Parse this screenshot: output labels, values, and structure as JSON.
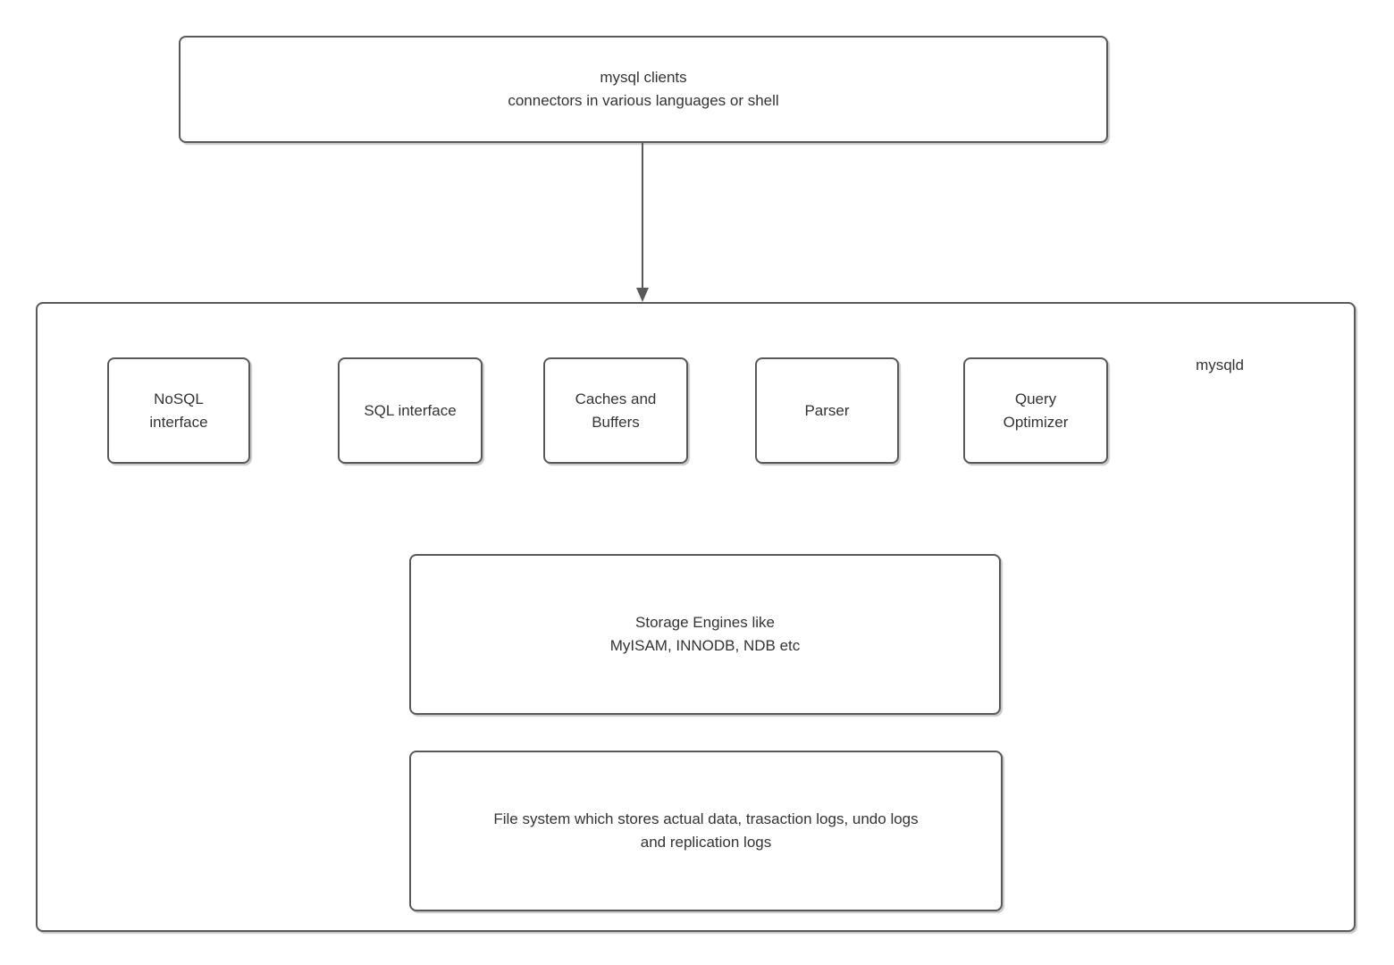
{
  "diagram": {
    "title_implicit": "MySQL architecture diagram",
    "clients_box": {
      "label": "mysql clients\nconnectors in various languages or shell"
    },
    "server_container": {
      "label": "mysqld"
    },
    "modules": [
      {
        "name": "nosql-interface",
        "label": "NoSQL\ninterface"
      },
      {
        "name": "sql-interface",
        "label": "SQL interface"
      },
      {
        "name": "caches-and-buffers",
        "label": "Caches and\nBuffers"
      },
      {
        "name": "parser",
        "label": "Parser"
      },
      {
        "name": "query-optimizer",
        "label": "Query\nOptimizer"
      }
    ],
    "storage_box": {
      "label": "Storage Engines like\nMyISAM, INNODB, NDB etc"
    },
    "filesystem_box": {
      "label": "File system which stores actual data, trasaction logs, undo logs\nand replication logs"
    },
    "colors": {
      "border": "#595959",
      "text": "#333333",
      "background": "#ffffff",
      "arrow": "#595959"
    }
  }
}
